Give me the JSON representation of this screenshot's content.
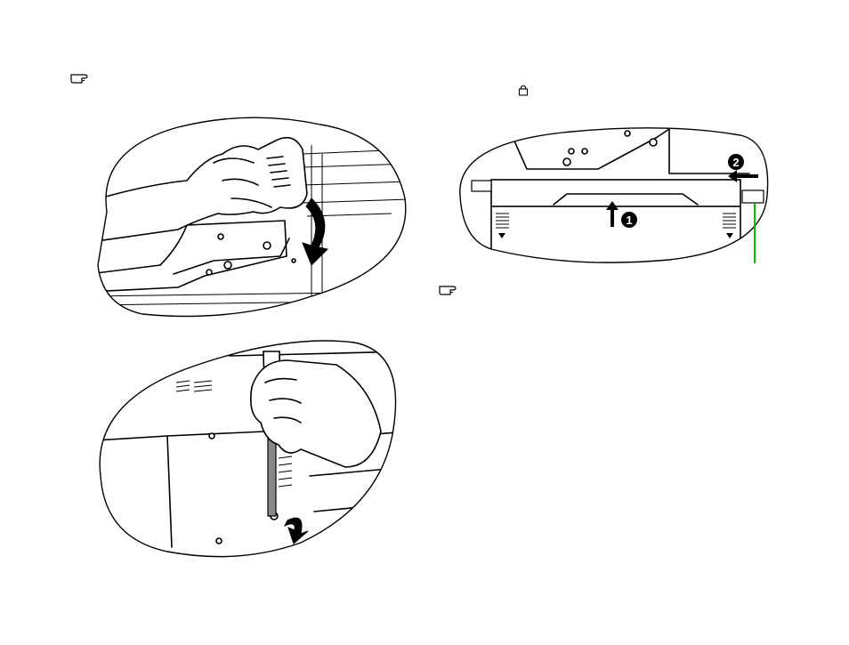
{
  "page": {
    "note_icon_1": "pointing-hand-note-icon",
    "note_icon_2": "pointing-hand-note-icon",
    "lock_icon": "lock-icon"
  },
  "illustration_top_left": {
    "description_icon": "hand-opening-cover-illustration"
  },
  "illustration_bottom_left": {
    "description_icon": "screwdriver-illustration"
  },
  "illustration_right": {
    "step_1": "1",
    "step_2": "2",
    "leader_color": "#00c000"
  }
}
